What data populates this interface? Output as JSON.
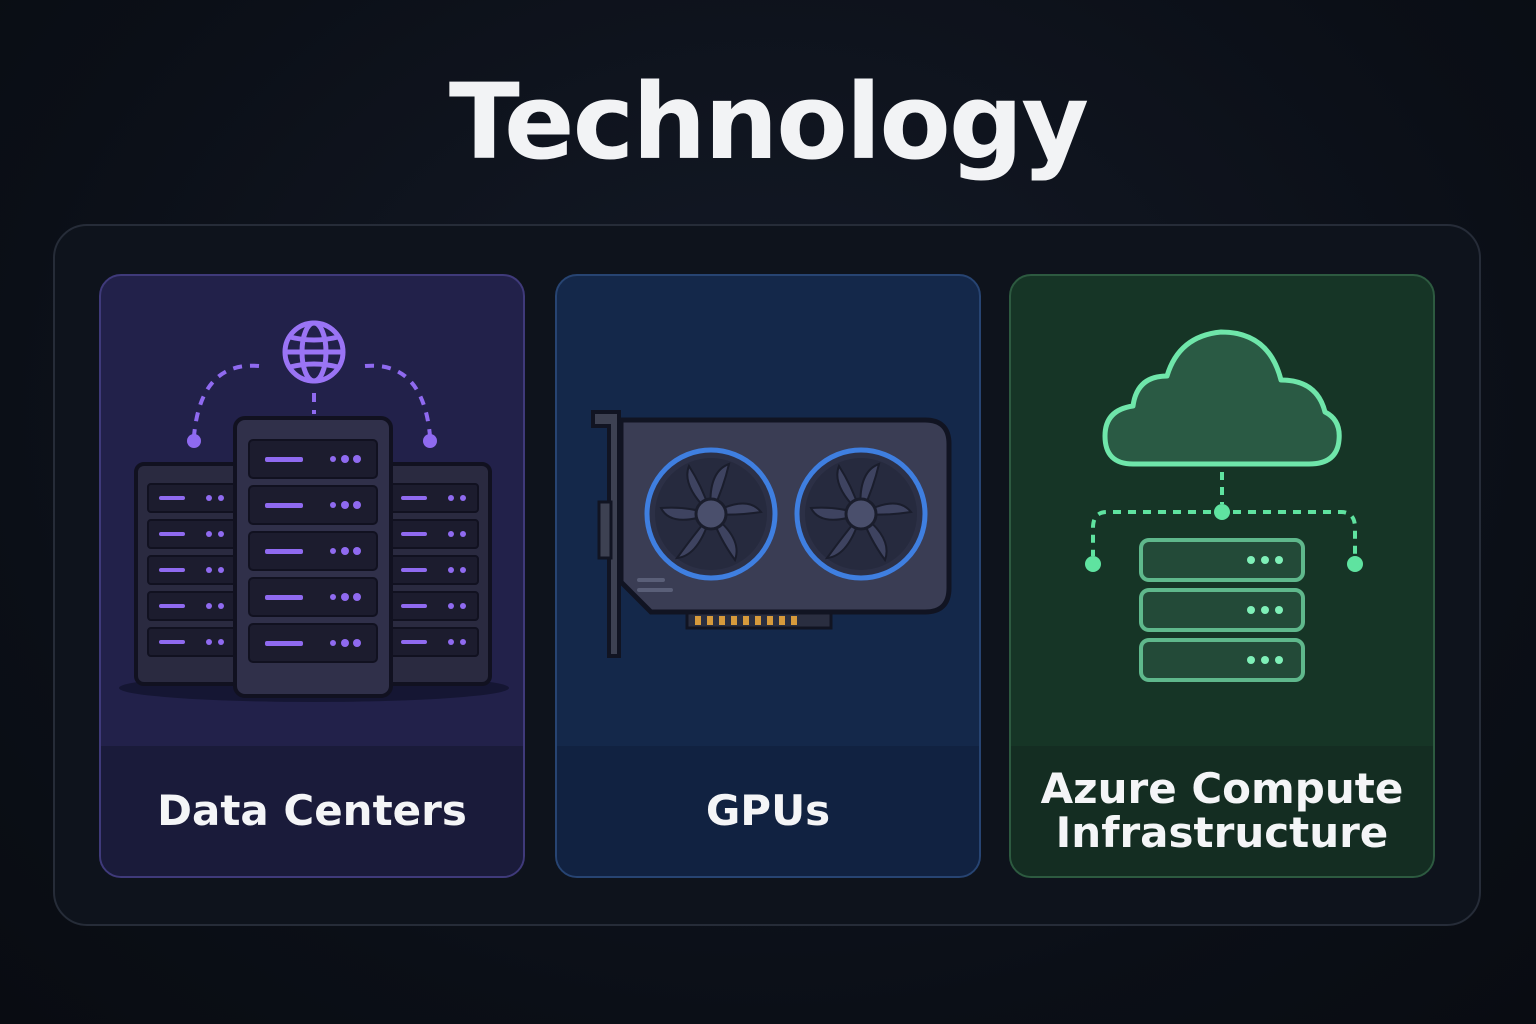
{
  "page": {
    "title": "Technology"
  },
  "cards": [
    {
      "label": "Data Centers",
      "icon": "server-rack-icon",
      "accent": "#8f6af0"
    },
    {
      "label": "GPUs",
      "icon": "gpu-card-icon",
      "accent": "#3f7fe0"
    },
    {
      "label": "Azure Compute\nInfrastructure",
      "icon": "cloud-server-icon",
      "accent": "#5fe3a0"
    }
  ]
}
